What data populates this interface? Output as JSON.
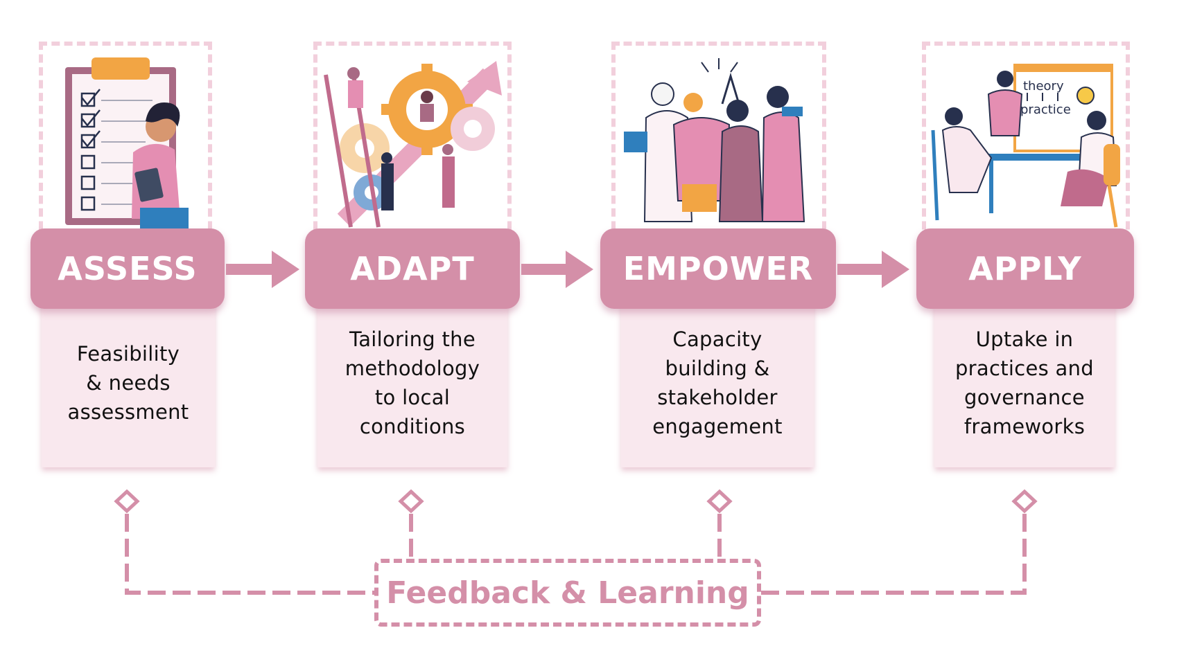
{
  "colors": {
    "accent": "#d48fa8",
    "accent_light": "#f9e8ee",
    "frame_dashed": "#f2cfdc",
    "text": "#111111",
    "heading_text": "#ffffff"
  },
  "steps": [
    {
      "label": "ASSESS",
      "description": "Feasibility\n& needs\nassessment",
      "illustration": "clipboard-checklist-icon"
    },
    {
      "label": "ADAPT",
      "description": "Tailoring the\nmethodology\nto local\nconditions",
      "illustration": "gears-teamwork-icon"
    },
    {
      "label": "EMPOWER",
      "description": "Capacity\nbuilding &\nstakeholder\nengagement",
      "illustration": "group-high-five-icon"
    },
    {
      "label": "APPLY",
      "description": "Uptake in\npractices and\ngovernance\nframeworks",
      "illustration": "meeting-whiteboard-icon"
    }
  ],
  "illustration_text": {
    "whiteboard_line1": "theory",
    "whiteboard_line2": "practice"
  },
  "feedback": {
    "label": "Feedback & Learning"
  }
}
